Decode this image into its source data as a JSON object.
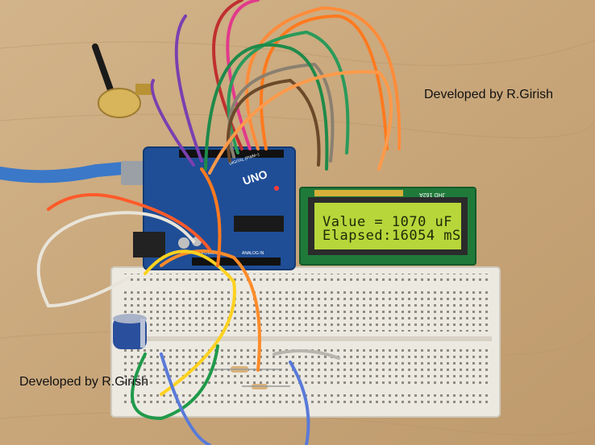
{
  "captions": {
    "top": "Developed by R.Girish",
    "bottom": "Developed by R.Girish"
  },
  "lcd": {
    "line1": "Value = 1070 uF",
    "line2": "Elapsed:16054 mS",
    "module_label": "JHD 162A"
  },
  "arduino": {
    "brand": "UNO",
    "header_label": "DIGITAL (PWM~)",
    "power_label": "POWER",
    "analog_label": "ANALOG IN"
  },
  "colors": {
    "table": "#c9a97e",
    "breadboard": "#ece9e1",
    "arduino_board": "#1f4e96",
    "lcd_pcb": "#1f7a3a",
    "lcd_backlight": "#b6d63a",
    "usb_cable": "#3b78c8"
  }
}
